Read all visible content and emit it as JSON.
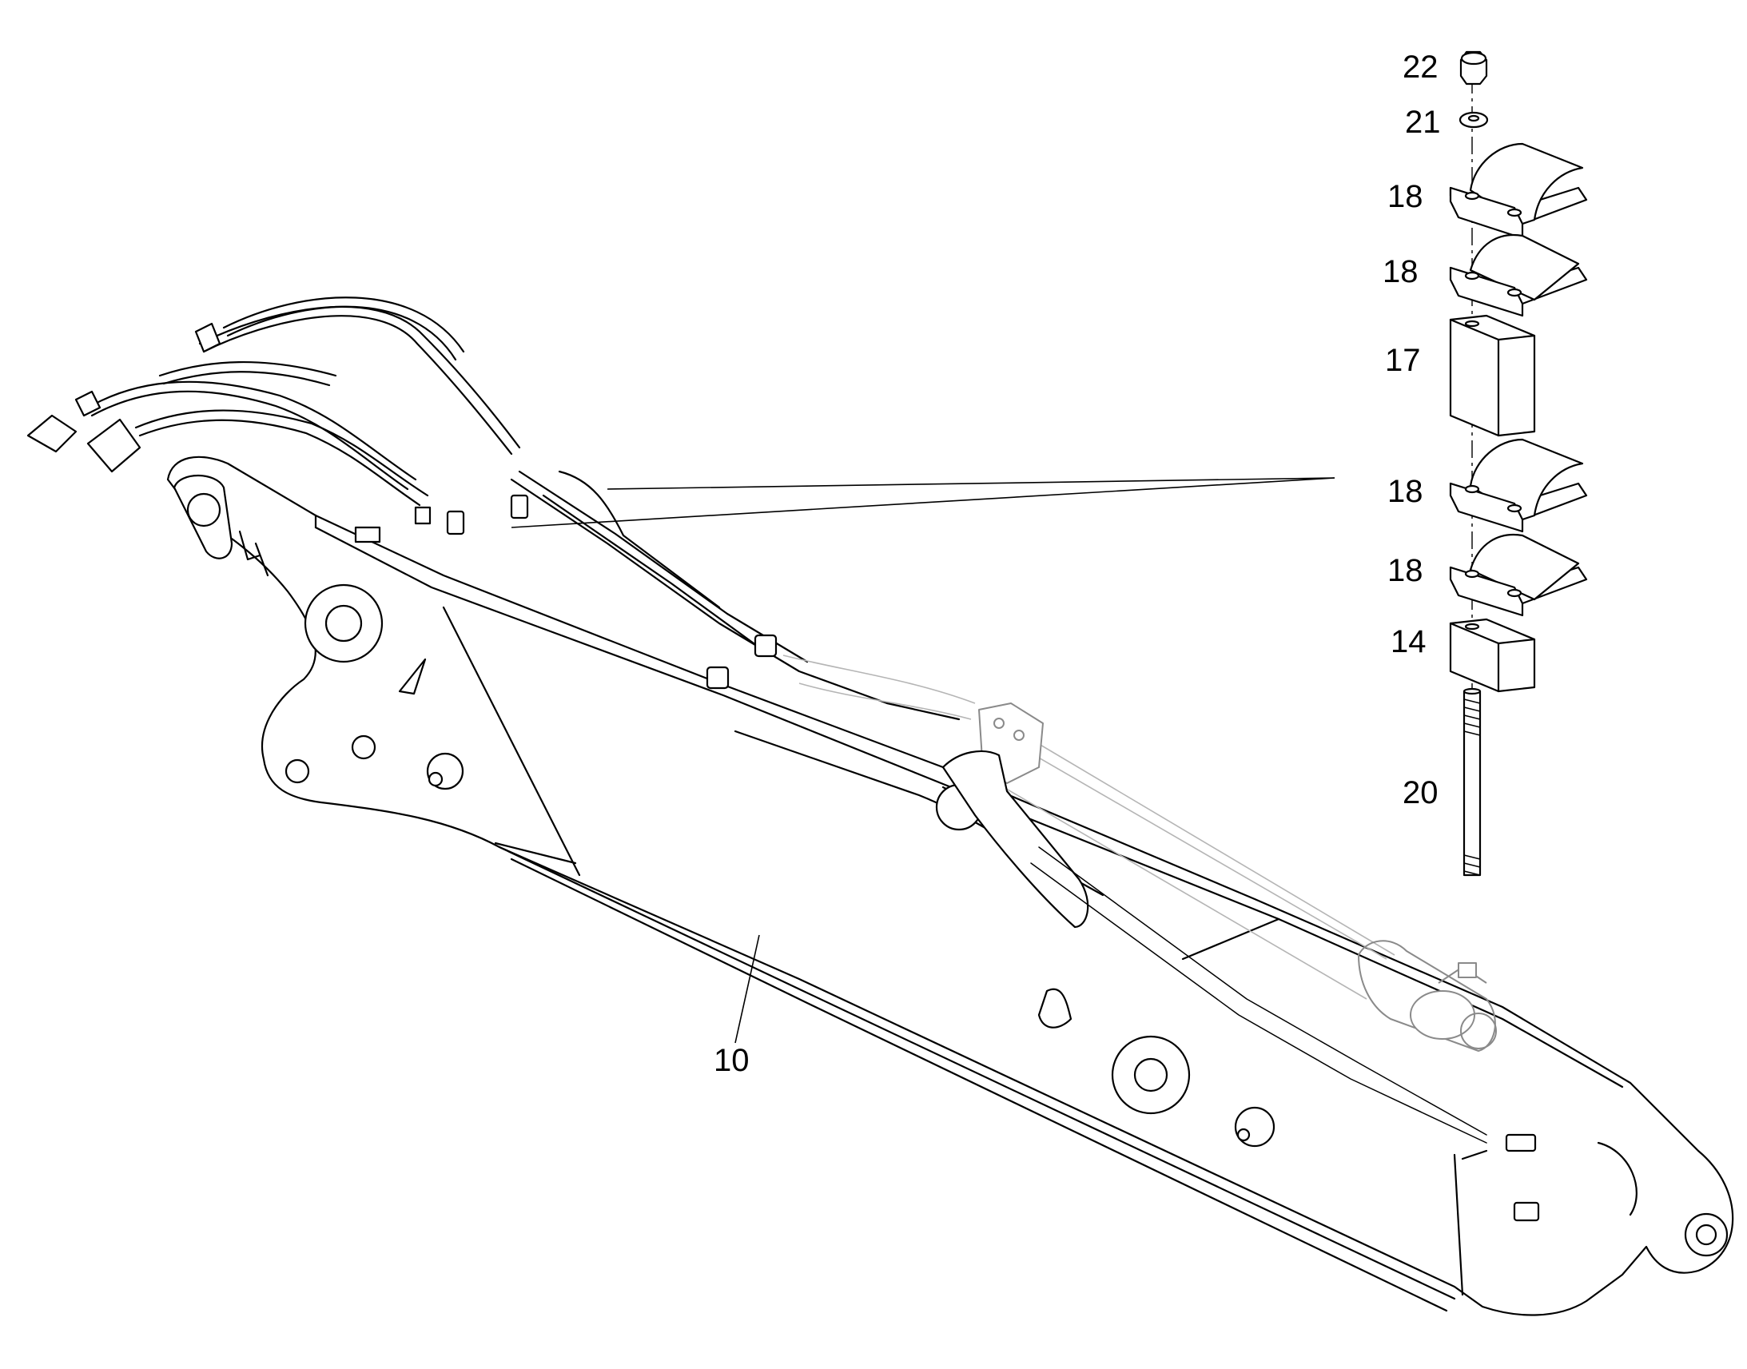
{
  "callouts": {
    "nut": "22",
    "washer": "21",
    "clamp_half_1": "18",
    "clamp_half_2": "18",
    "spacer_block": "17",
    "clamp_half_3": "18",
    "clamp_half_4": "18",
    "base_block": "14",
    "stud_bolt": "20",
    "boom": "10"
  }
}
